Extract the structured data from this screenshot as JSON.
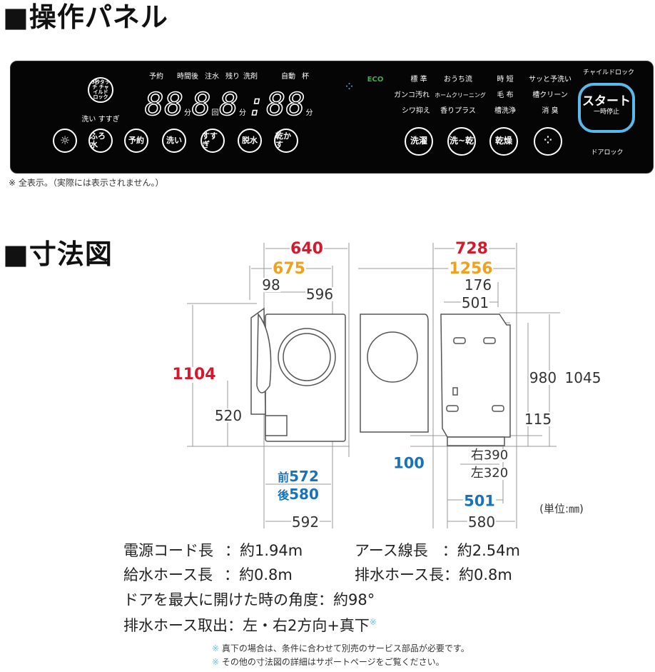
{
  "sections": {
    "panel_heading": "■操作パネル",
    "dimension_heading": "■寸法図"
  },
  "panel": {
    "lcd_labels": [
      "予約",
      "時間後",
      "注水",
      "残り",
      "洗剤",
      "自動",
      "杯"
    ],
    "lcd_digits": [
      "88",
      "8",
      "8",
      ":88"
    ],
    "lcd_units": [
      "分",
      "回",
      "分",
      "分"
    ],
    "child_lock_button": "3秒タッチ チャイルド ロック",
    "wash_rinse_label": "洗い すすぎ",
    "left_buttons": [
      "ふろ水",
      "予約",
      "洗い",
      "すすぎ",
      "脱水",
      "乾かす"
    ],
    "light_icon": "light-bulb-icon",
    "eco_label": "ECO",
    "eco_color": "#3fae49",
    "ion_icon": "grape-ion-icon",
    "mode_rows": [
      [
        "標 準",
        "おうち流",
        "時 短",
        "サッと予洗い"
      ],
      [
        "ガンコ汚れ",
        "ホームクリーニング",
        "毛 布",
        "槽クリーン"
      ],
      [
        "シワ抑え",
        "香りプラス",
        "槽洗浄",
        "消 臭"
      ]
    ],
    "course_buttons": [
      "洗濯",
      "洗~乾",
      "乾燥"
    ],
    "child_lock_label": "チャイルドロック",
    "start_label": "スタート",
    "pause_label": "一時停止",
    "door_lock_label": "ドアロック",
    "start_border_color": "#5cb8e8"
  },
  "panel_note": "※ 全表示。（実際には表示されません。）",
  "dimensions": {
    "side": {
      "width_640": "640",
      "width_675": "675",
      "d98": "98",
      "d596": "596",
      "height_1104": "1104",
      "h520": "520",
      "front_prefix": "前",
      "front": "572",
      "rear_prefix": "後",
      "rear": "580",
      "bottom_592": "592"
    },
    "front_view": {
      "w728": "728",
      "w1256": "1256",
      "d176": "176",
      "d501": "501",
      "h980": "980",
      "h1045": "1045",
      "h115": "115",
      "h100": "100",
      "right390": "右390",
      "left320": "左320",
      "w501": "501",
      "w580": "580"
    },
    "unit": "(単位:㎜)",
    "colors": {
      "red": "#d5182b",
      "orange": "#f0a01e",
      "blue": "#1a72b8"
    }
  },
  "specs": [
    {
      "label": "電源コード長",
      "value": "：約1.94m"
    },
    {
      "label": "アース線長",
      "value": "：約2.54m"
    },
    {
      "label": "給水ホース長",
      "value": "：約0.8m"
    },
    {
      "label": "排水ホース長",
      "value": "：約0.8m"
    },
    {
      "label": "ドアを最大に開けた時の角度",
      "value": "：約98°"
    },
    {
      "label": "排水ホース取出",
      "value": "：左・右2方向+真下",
      "mark": "※"
    }
  ],
  "notes": [
    "真下の場合は、条件に合わせて別売のサービス部品が必要です。",
    "その他の寸法図の詳細はサポートページをご覧ください。"
  ],
  "note_mark": "※"
}
